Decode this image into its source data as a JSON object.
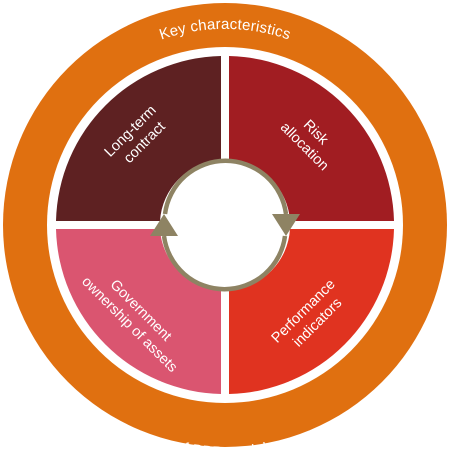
{
  "ring": {
    "top_text": "Key characteristics",
    "bottom_text": "of PPP models",
    "color": "#E07010"
  },
  "segments": [
    {
      "lines": [
        "Long-term",
        "contract"
      ],
      "color": "#5E2122"
    },
    {
      "lines": [
        "Risk",
        "allocation"
      ],
      "color": "#A11D22"
    },
    {
      "lines": [
        "Performance",
        "indicators"
      ],
      "color": "#E03320"
    },
    {
      "lines": [
        "Government",
        "ownership of assets"
      ],
      "color": "#DA5570"
    }
  ],
  "cycle_icon": {
    "name": "cycle-arrows-icon",
    "color": "#8E8363"
  }
}
